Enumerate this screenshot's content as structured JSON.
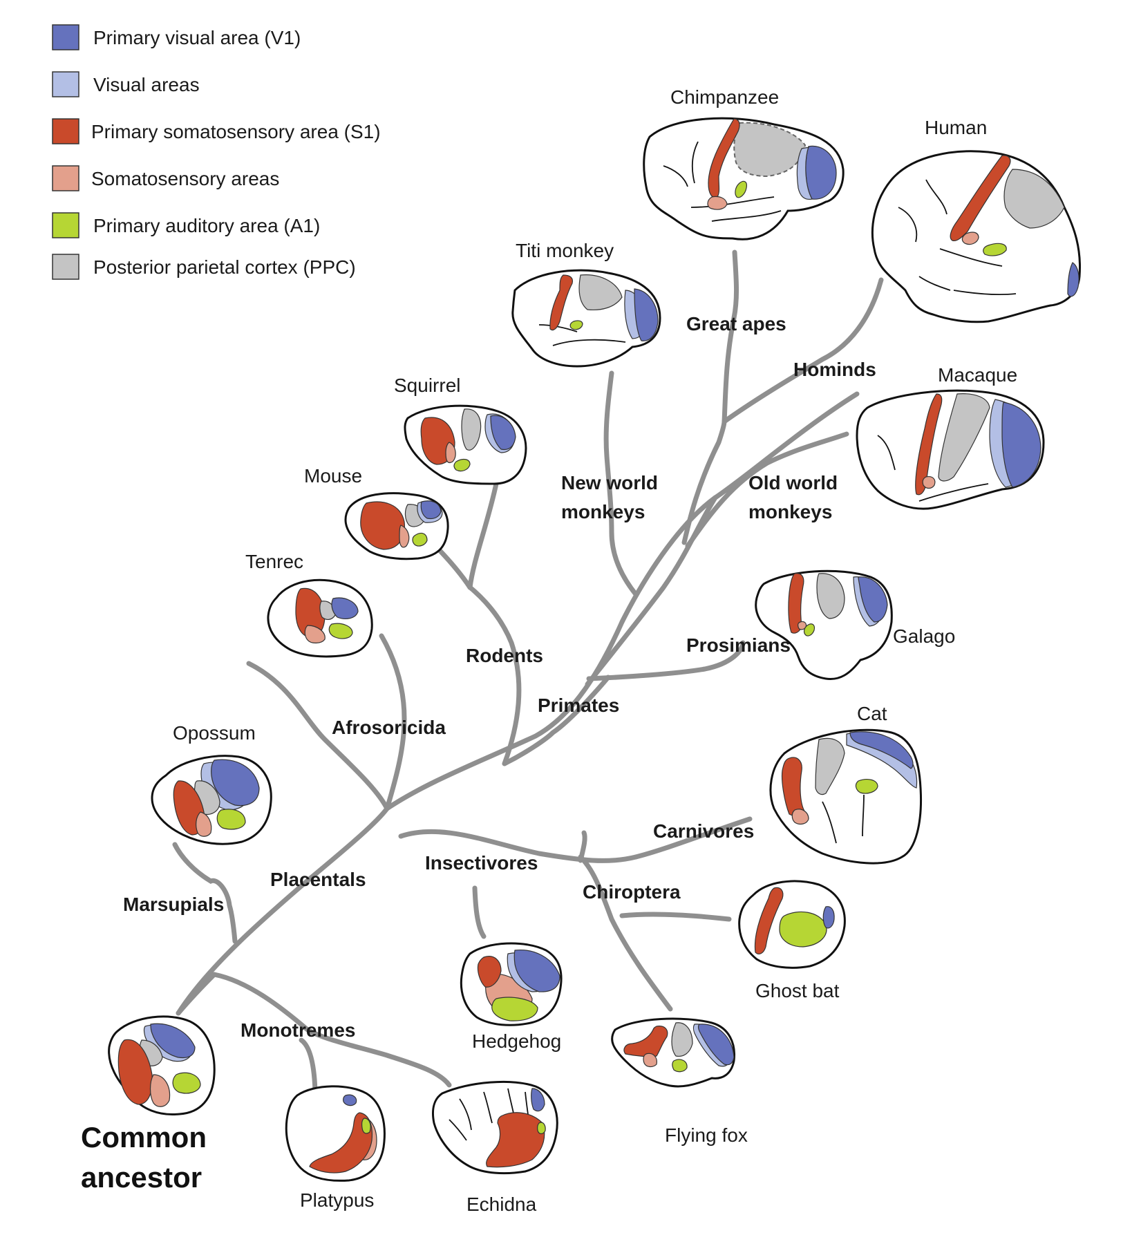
{
  "colors": {
    "v1": "#6572bd",
    "visual": "#b3bfe5",
    "s1": "#c94a2b",
    "somato": "#e3a08c",
    "a1": "#b6d634",
    "ppc": "#c4c4c4",
    "branch": "#8f8f8f"
  },
  "legend": [
    {
      "key": "v1",
      "label": "Primary visual area (V1)"
    },
    {
      "key": "visual",
      "label": "Visual areas"
    },
    {
      "key": "s1",
      "label": "Primary somatosensory area (S1)"
    },
    {
      "key": "somato",
      "label": "Somatosensory areas"
    },
    {
      "key": "a1",
      "label": "Primary auditory area (A1)"
    },
    {
      "key": "ppc",
      "label": "Posterior parietal cortex (PPC)"
    }
  ],
  "species": {
    "chimpanzee": "Chimpanzee",
    "human": "Human",
    "titi": "Titi monkey",
    "squirrel": "Squirrel",
    "macaque": "Macaque",
    "mouse": "Mouse",
    "tenrec": "Tenrec",
    "galago": "Galago",
    "opossum": "Opossum",
    "cat": "Cat",
    "ghostbat": "Ghost bat",
    "hedgehog": "Hedgehog",
    "flyingfox": "Flying fox",
    "platypus": "Platypus",
    "echidna": "Echidna"
  },
  "clades": {
    "great_apes": "Great apes",
    "hominds": "Hominds",
    "new_world_1": "New world",
    "new_world_2": "monkeys",
    "old_world_1": "Old world",
    "old_world_2": "monkeys",
    "rodents": "Rodents",
    "primates": "Primates",
    "prosimians": "Prosimians",
    "afrosoricida": "Afrosoricida",
    "placentals": "Placentals",
    "insectivores": "Insectivores",
    "carnivores": "Carnivores",
    "chiroptera": "Chiroptera",
    "marsupials": "Marsupials",
    "monotremes": "Monotremes"
  },
  "ancestor": {
    "line1": "Common",
    "line2": "ancestor"
  }
}
